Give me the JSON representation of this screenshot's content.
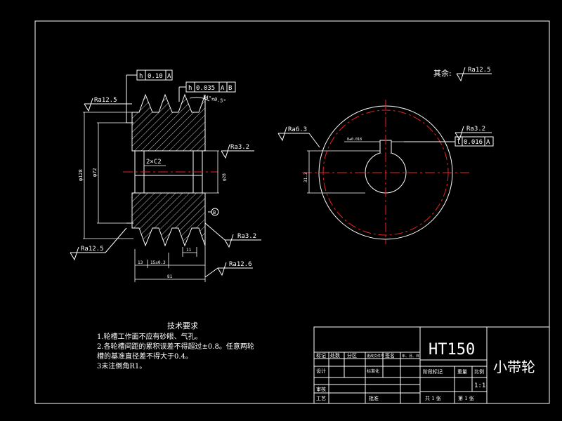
{
  "drawing": {
    "datum_frame_1": {
      "symbol": "h",
      "value": "0.10",
      "datum": "A"
    },
    "datum_frame_2": {
      "symbol": "h",
      "value": "0.035",
      "datum_a": "A",
      "datum_b": "B"
    },
    "datum_frame_right": {
      "symbol": "l",
      "value": "0.016",
      "datum": "A"
    },
    "groove_angle": "34°±0.5°",
    "roughness": {
      "top_left": "Ra12.5",
      "bore": "Ra3.2",
      "bottom_right_1": "Ra3.2",
      "bottom_left": "Ra12.5",
      "bottom_right_2": "Ra12.6",
      "right_view_left": "Ra6.3",
      "right_view_right": "Ra3.2",
      "rest_prefix": "其余:",
      "rest_value": "Ra12.5"
    },
    "chamfer": "2×C2",
    "dims": {
      "outer_dia": "φ128",
      "pitch_dia": "φ72",
      "bore_dia": "φ28",
      "groove_pitch": "15±0.3",
      "edge_13": "13",
      "edge_11": "11",
      "width": "81",
      "keyway_width": "8±0.018",
      "keyway_depth": "31.3"
    },
    "datum_marker": "B"
  },
  "notes": {
    "title": "技术要求",
    "lines": [
      "1.轮槽工作面不应有砂眼、气孔。",
      "2.各轮槽间距的累积误差不得超过±0.8。任意两轮",
      "槽的基准直径差不得大于0.4。",
      "3未注倒角R1。"
    ]
  },
  "title_block": {
    "material": "HT150",
    "part_name": "小带轮",
    "scale": "1:1",
    "headers": [
      "标记",
      "处数",
      "分区",
      "更改文件号",
      "签名",
      "年、月、日"
    ],
    "row_design": [
      "设计",
      "",
      "标准化"
    ],
    "row_check": "审核",
    "row_process": "工艺",
    "approve": "批准",
    "stage_mark": "阶段标记",
    "weight": "重量",
    "scale_label": "比例",
    "sheets_total": "共 1 张",
    "sheet_no": "第 1 张"
  }
}
